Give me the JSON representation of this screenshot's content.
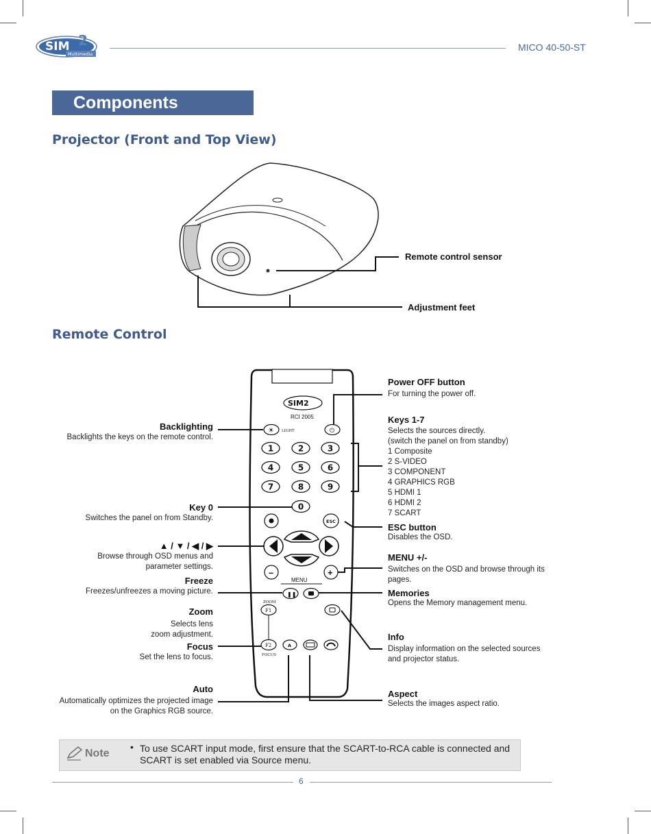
{
  "header": {
    "model": "MICO 40-50-ST",
    "logo_text": "SIM2",
    "logo_sub": "Multimedia"
  },
  "title": "Components",
  "projector": {
    "heading": "Projector (Front and Top View)",
    "labels": {
      "sensor": "Remote control sensor",
      "feet": "Adjustment feet"
    }
  },
  "remote": {
    "heading": "Remote Control",
    "model_text": "RCI 2005",
    "key_labels": {
      "light": "LIGHT",
      "menu": "MENU",
      "zoom": "ZOOM",
      "focus": "FOCUS",
      "esc": "ESC",
      "f1": "F1",
      "f2": "F2",
      "a": "A"
    },
    "digits": [
      "1",
      "2",
      "3",
      "4",
      "5",
      "6",
      "7",
      "8",
      "9",
      "0"
    ],
    "left": {
      "backlighting": {
        "title": "Backlighting",
        "desc": "Backlights the keys on the remote control."
      },
      "key0": {
        "title": "Key 0",
        "desc": "Switches the panel on from Standby."
      },
      "arrows": {
        "title": "▲ / ▼ / ◀ / ▶",
        "desc1": "Browse through OSD menus and",
        "desc2": "parameter settings."
      },
      "freeze": {
        "title": "Freeze",
        "desc": "Freezes/unfreezes a moving picture."
      },
      "zoom": {
        "title": "Zoom",
        "desc1": "Selects lens",
        "desc2": "zoom adjustment."
      },
      "focus": {
        "title": "Focus",
        "desc": "Set the lens to focus."
      },
      "auto": {
        "title": "Auto",
        "desc1": "Automatically optimizes the projected image",
        "desc2": "on the Graphics RGB source."
      }
    },
    "right": {
      "power": {
        "title": "Power OFF button",
        "desc": "For turning the power off."
      },
      "keys17": {
        "title": "Keys 1-7",
        "lines": [
          "Selects the sources directly.",
          "(switch the panel on from standby)",
          "1 Composite",
          "2 S-VIDEO",
          "3 COMPONENT",
          "4 GRAPHICS RGB",
          "5 HDMI 1",
          "6 HDMI 2",
          "7 SCART"
        ]
      },
      "esc": {
        "title": "ESC button",
        "desc": "Disables the OSD."
      },
      "menu": {
        "title": "MENU +/-",
        "desc1": "Switches on the OSD and browse through its",
        "desc2": "pages."
      },
      "memories": {
        "title": "Memories",
        "desc": "Opens the Memory management menu."
      },
      "info": {
        "title": "Info",
        "desc1": "Display information on the selected sources",
        "desc2": "and projector status."
      },
      "aspect": {
        "title": "Aspect",
        "desc": "Selects the images aspect ratio."
      }
    }
  },
  "note": {
    "label": "Note",
    "bullet": "•",
    "text": "To use SCART input mode, first ensure that the SCART-to-RCA cable is connected and SCART is set enabled via Source menu."
  },
  "footer": {
    "page": "6"
  }
}
